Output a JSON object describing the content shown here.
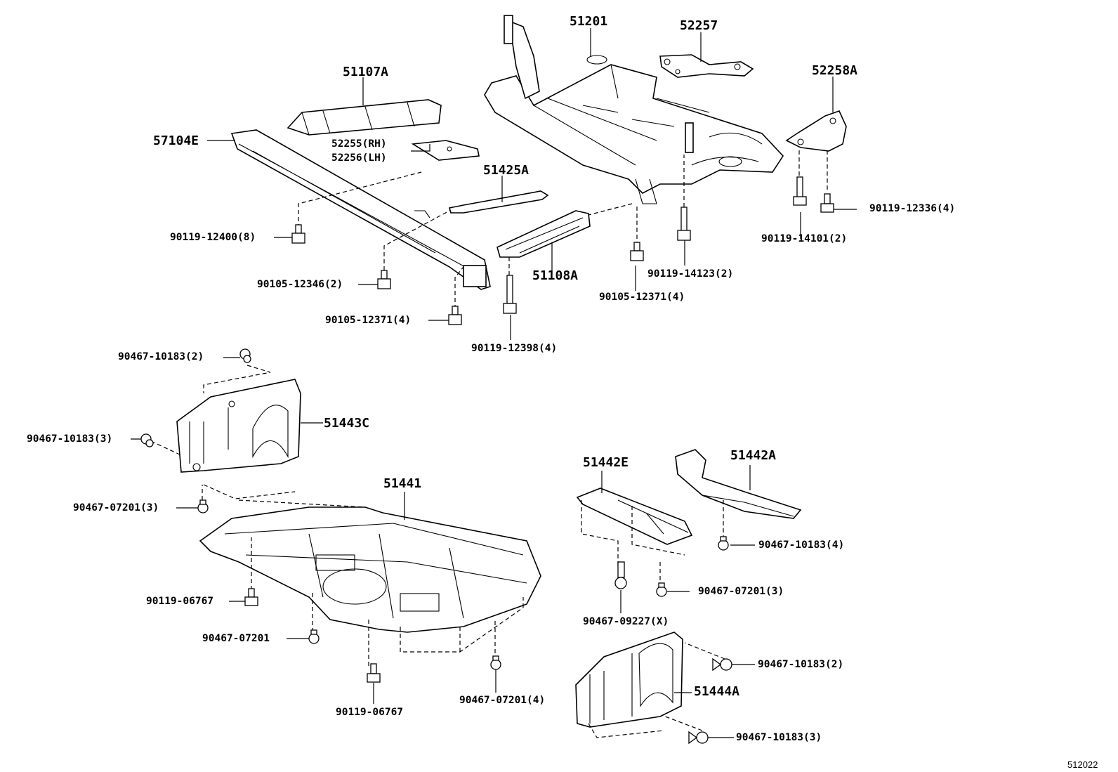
{
  "figure_code": "512022",
  "parts": {
    "p51201": "51201",
    "p52257": "52257",
    "p51107A": "51107A",
    "p52258A": "52258A",
    "p57104E": "57104E",
    "p52255": "52255(RH)",
    "p52256": "52256(LH)",
    "p51425A": "51425A",
    "p51108A": "51108A",
    "p51443C": "51443C",
    "p51441": "51441",
    "p51442E": "51442E",
    "p51442A": "51442A",
    "p51444A": "51444A"
  },
  "fasteners": {
    "f90119_12336": "90119-12336(4)",
    "f90119_14101": "90119-14101(2)",
    "f90119_12400": "90119-12400(8)",
    "f90119_14123": "90119-14123(2)",
    "f90105_12346": "90105-12346(2)",
    "f90105_12371_a": "90105-12371(4)",
    "f90105_12371_b": "90105-12371(4)",
    "f90119_12398": "90119-12398(4)",
    "f90467_10183_a": "90467-10183(2)",
    "f90467_10183_b": "90467-10183(3)",
    "f90467_07201_a": "90467-07201(3)",
    "f90119_06767_a": "90119-06767",
    "f90467_07201_b": "90467-07201",
    "f90119_06767_b": "90119-06767",
    "f90467_07201_c": "90467-07201(4)",
    "f90467_10183_c": "90467-10183(4)",
    "f90467_07201_d": "90467-07201(3)",
    "f90467_09227": "90467-09227(X)",
    "f90467_10183_d": "90467-10183(2)",
    "f90467_10183_e": "90467-10183(3)"
  }
}
